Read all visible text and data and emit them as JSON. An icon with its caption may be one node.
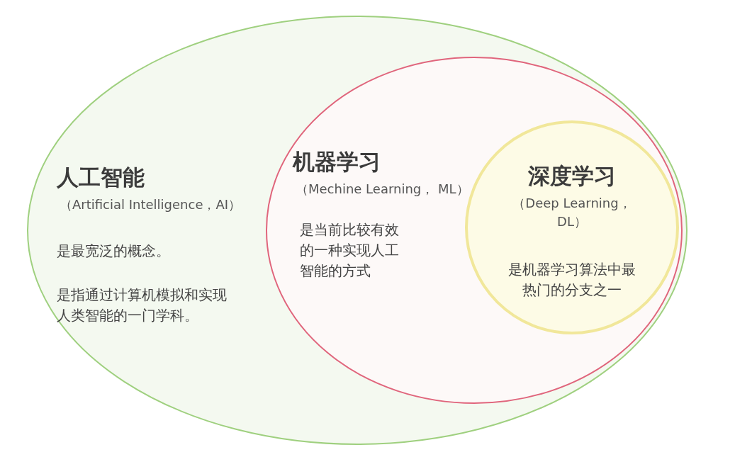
{
  "diagram": {
    "nodes": [
      {
        "text": [
          "人工智能",
          "（Artificial Intelligence，AI）",
          "是最宽泛的概念。",
          "是指通过计算机模拟和实现人类智能的一门学科。"
        ]
      },
      {
        "text": [
          "机器学习",
          "（Mechine Learning， ML）",
          "是当前比较有效的一种实现人工智能的方式"
        ],
        "in": 0
      },
      {
        "text": [
          "深度学习",
          "（Deep Learning，DL）",
          "是机器学习算法中最热门的分支之一"
        ],
        "in": 1
      }
    ]
  }
}
